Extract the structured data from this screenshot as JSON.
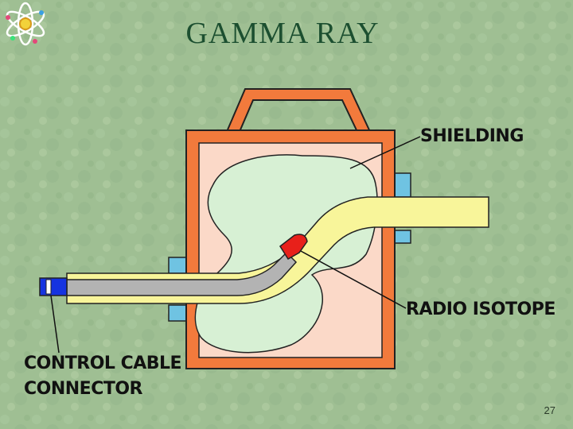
{
  "slide": {
    "title": "GAMMA RAY",
    "page_number": "27"
  },
  "labels": {
    "shielding": "SHIELDING",
    "radio_isotope": "RADIO ISOTOPE",
    "control_cable_line1": "CONTROL CABLE",
    "control_cable_line2": "CONNECTOR"
  },
  "colors": {
    "background": "#9fbf93",
    "title": "#1c4f30",
    "housing": "#f27a3c",
    "housing_inner": "#fbd9c8",
    "shielding": "#d7f0d4",
    "guide_tube": "#f8f59a",
    "cable": "#b3b3b3",
    "isotope": "#e8201a",
    "connector": "#1533e0",
    "flange": "#6fc3e2"
  },
  "icons": {
    "logo": "atom-icon"
  }
}
